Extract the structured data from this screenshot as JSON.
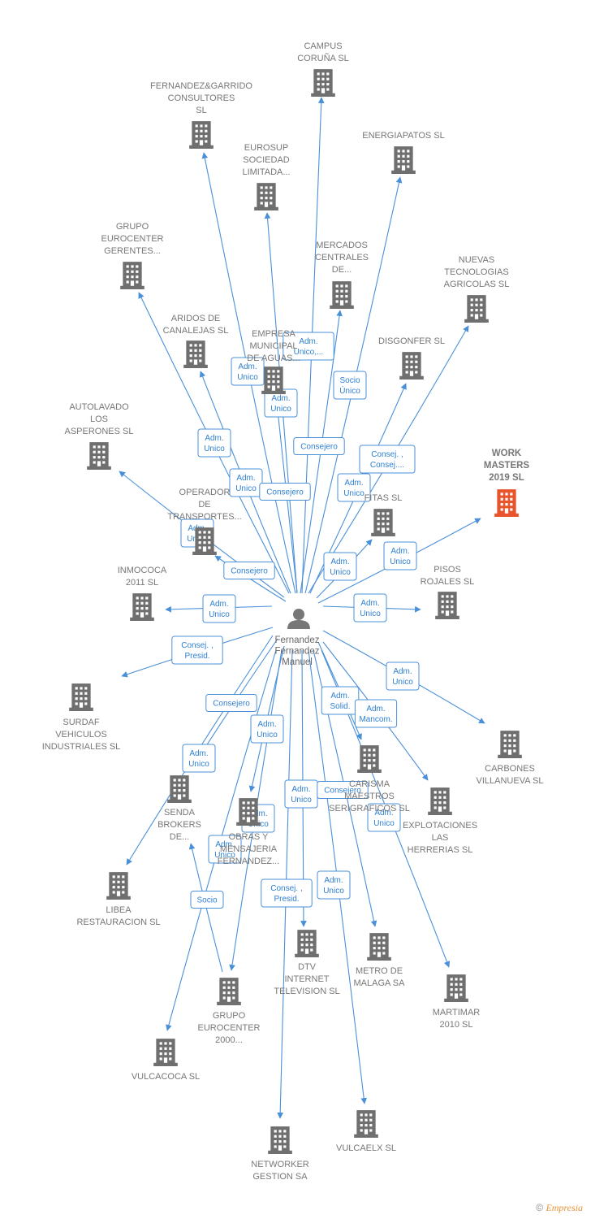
{
  "colors": {
    "edge": "#4a90d9",
    "building": "#6f6f6f",
    "building_highlight": "#e8542b",
    "label": "#777777"
  },
  "center": {
    "name_lines": [
      "Fernandez",
      "Fernandez",
      "Manuel"
    ],
    "icon": "person-icon"
  },
  "companies": [
    {
      "id": "campus",
      "lines": [
        "CAMPUS",
        "CORUÑA SL"
      ]
    },
    {
      "id": "fergarrido",
      "lines": [
        "FERNANDEZ&GARRIDO",
        "CONSULTORES",
        "SL"
      ]
    },
    {
      "id": "energiapatos",
      "lines": [
        "ENERGIAPATOS SL"
      ]
    },
    {
      "id": "eurosup",
      "lines": [
        "EUROSUP",
        "SOCIEDAD",
        "LIMITADA..."
      ]
    },
    {
      "id": "eurocenterg",
      "lines": [
        "GRUPO",
        "EUROCENTER",
        "GERENTES..."
      ]
    },
    {
      "id": "mercados",
      "lines": [
        "MERCADOS",
        "CENTRALES",
        "DE..."
      ]
    },
    {
      "id": "nuevas",
      "lines": [
        "NUEVAS",
        "TECNOLOGIAS",
        "AGRICOLAS SL"
      ]
    },
    {
      "id": "aridos",
      "lines": [
        "ARIDOS DE",
        "CANALEJAS SL"
      ]
    },
    {
      "id": "empresa",
      "lines": [
        "EMPRESA",
        "MUNICIPAL",
        "DE AGUAS..."
      ]
    },
    {
      "id": "disgonfer",
      "lines": [
        "DISGONFER SL"
      ]
    },
    {
      "id": "autolavado",
      "lines": [
        "AUTOLAVADO",
        "LOS",
        "ASPERONES SL"
      ]
    },
    {
      "id": "workmasters",
      "lines": [
        "WORK",
        "MASTERS",
        "2019  SL"
      ],
      "highlight": true
    },
    {
      "id": "operador",
      "lines": [
        "OPERADOR",
        "DE",
        "TRANSPORTES..."
      ]
    },
    {
      "id": "fitas",
      "lines": [
        "FITAS SL"
      ]
    },
    {
      "id": "inmococa",
      "lines": [
        "INMOCOCA",
        "2011 SL"
      ]
    },
    {
      "id": "pisos",
      "lines": [
        "PISOS",
        "ROJALES SL"
      ]
    },
    {
      "id": "surdaf",
      "lines": [
        "SURDAF",
        "VEHICULOS",
        "INDUSTRIALES SL"
      ]
    },
    {
      "id": "carbones",
      "lines": [
        "CARBONES",
        "VILLANUEVA SL"
      ]
    },
    {
      "id": "senda",
      "lines": [
        "SENDA",
        "BROKERS",
        "DE..."
      ]
    },
    {
      "id": "obras",
      "lines": [
        "OBRAS Y",
        "MENSAJERIA",
        "FERNANDEZ..."
      ]
    },
    {
      "id": "carisma",
      "lines": [
        "CARISMA",
        "MAESTROS",
        "SERIGRAFICOS SL"
      ]
    },
    {
      "id": "explotaciones",
      "lines": [
        "EXPLOTACIONES",
        "LAS",
        "HERRERIAS SL"
      ]
    },
    {
      "id": "libea",
      "lines": [
        "LIBEA",
        "RESTAURACION SL"
      ]
    },
    {
      "id": "dtv",
      "lines": [
        "DTV",
        "INTERNET",
        "TELEVISION SL"
      ]
    },
    {
      "id": "metro",
      "lines": [
        "METRO DE",
        "MALAGA SA"
      ]
    },
    {
      "id": "eurocenter2000",
      "lines": [
        "GRUPO",
        "EUROCENTER",
        "2000..."
      ]
    },
    {
      "id": "martimar",
      "lines": [
        "MARTIMAR",
        "2010 SL"
      ]
    },
    {
      "id": "vulcacoca",
      "lines": [
        "VULCACOCA SL"
      ]
    },
    {
      "id": "vulcaelx",
      "lines": [
        "VULCAELX SL"
      ]
    },
    {
      "id": "networker",
      "lines": [
        "NETWORKER",
        "GESTION SA"
      ]
    }
  ],
  "relations": [
    {
      "target": "campus",
      "label": [
        "Adm.",
        "Unico,..."
      ]
    },
    {
      "target": "fergarrido",
      "label": [
        "Adm.",
        "Unico"
      ]
    },
    {
      "target": "energiapatos",
      "label": [
        "Socio",
        "Único"
      ]
    },
    {
      "target": "eurosup",
      "label": [
        "Adm.",
        "Unico"
      ]
    },
    {
      "target": "eurocenterg",
      "label": [
        "Adm.",
        "Unico"
      ]
    },
    {
      "target": "mercados",
      "label": [
        "Consejero"
      ]
    },
    {
      "target": "nuevas",
      "label": [
        "Consej. ,",
        "Consej...."
      ]
    },
    {
      "target": "aridos",
      "label": [
        "Adm.",
        "Unico"
      ]
    },
    {
      "target": "empresa",
      "label": [
        "Consejero"
      ]
    },
    {
      "target": "disgonfer",
      "label": [
        "Adm.",
        "Unico"
      ]
    },
    {
      "target": "autolavado",
      "label": [
        "Adm.",
        "Unico"
      ]
    },
    {
      "target": "workmasters",
      "label": [
        "Adm.",
        "Unico"
      ]
    },
    {
      "target": "operador",
      "label": [
        "Consejero"
      ]
    },
    {
      "target": "fitas",
      "label": [
        "Adm.",
        "Unico"
      ]
    },
    {
      "target": "inmococa",
      "label": [
        "Adm.",
        "Unico"
      ]
    },
    {
      "target": "pisos",
      "label": [
        "Adm.",
        "Unico"
      ]
    },
    {
      "target": "surdaf",
      "label": [
        "Consej. ,",
        "Presid."
      ]
    },
    {
      "target": "carbones",
      "label": [
        "Adm.",
        "Unico"
      ]
    },
    {
      "target": "libea",
      "label": [
        "Consejero"
      ]
    },
    {
      "target": "obras",
      "label": [
        "Adm.",
        "Unico"
      ]
    },
    {
      "target": "carisma",
      "label": [
        "Adm.",
        "Solid."
      ]
    },
    {
      "target": "explotaciones",
      "label": [
        "Adm.",
        "Mancom."
      ]
    },
    {
      "target": "senda",
      "label": [
        "Adm.",
        "Unico"
      ]
    },
    {
      "target": "dtv",
      "label": [
        "Adm.",
        "Unico"
      ]
    },
    {
      "target": "metro",
      "label": [
        "Consejero"
      ]
    },
    {
      "target": "martimar",
      "label": [
        "Adm.",
        "Unico"
      ]
    },
    {
      "target": "eurocenter2000",
      "label": [
        "Adm.",
        "Unico"
      ]
    },
    {
      "target": "vulcacoca",
      "label": [
        "Adm.",
        "Unico"
      ]
    },
    {
      "target": "senda_socio",
      "label": [
        "Socio"
      ]
    },
    {
      "target": "networker",
      "label": [
        "Consej. ,",
        "Presid."
      ]
    },
    {
      "target": "vulcaelx",
      "label": [
        "Adm.",
        "Unico"
      ]
    }
  ],
  "copyright": {
    "symbol": "©",
    "brand": "Empresia"
  }
}
